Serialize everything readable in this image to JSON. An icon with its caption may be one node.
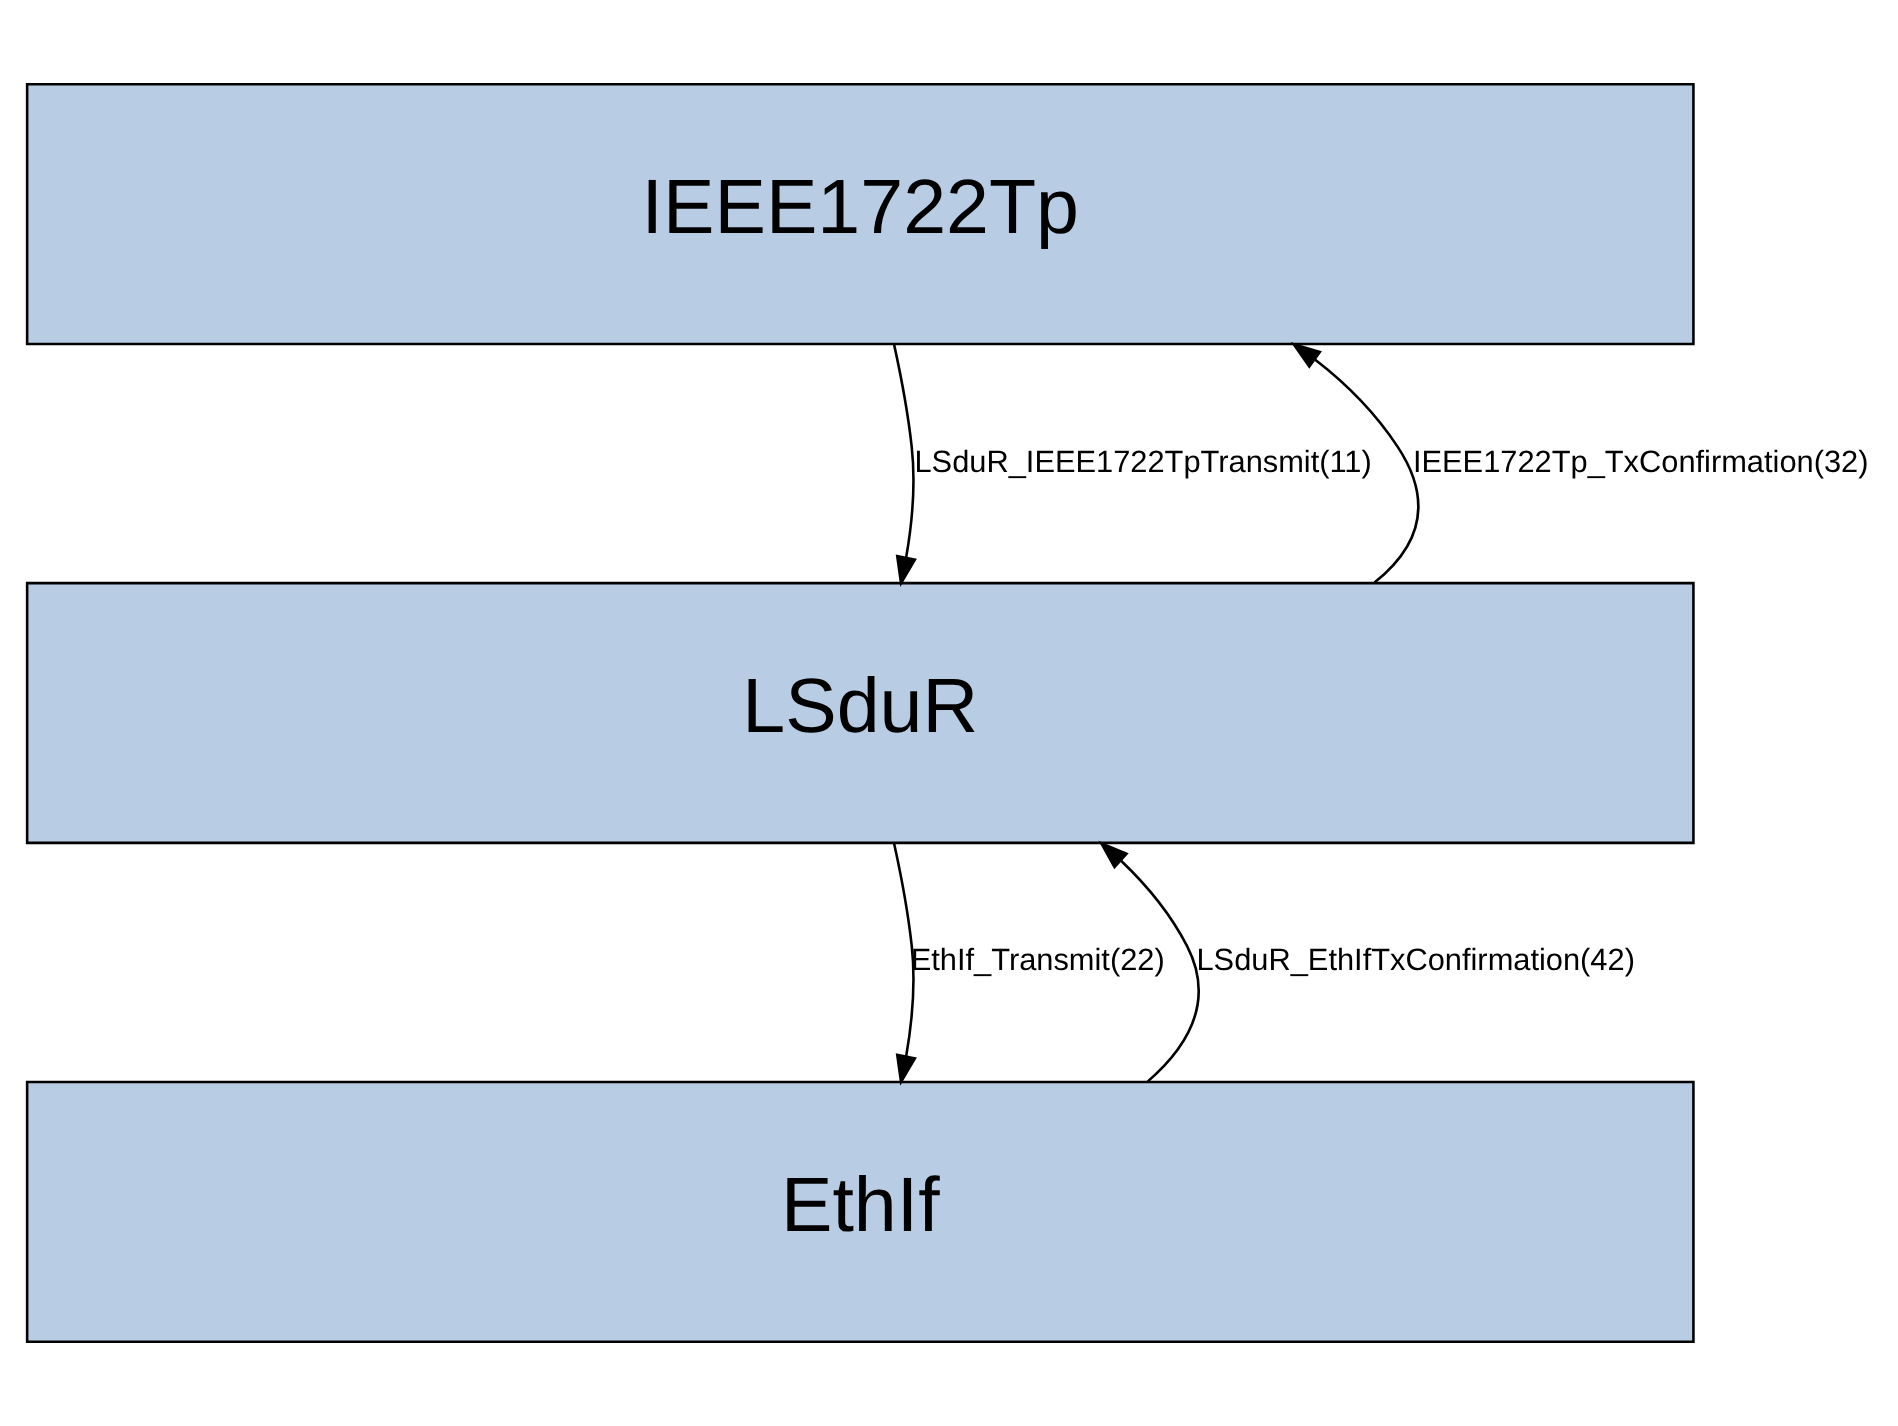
{
  "diagram": {
    "nodes": [
      {
        "text": [
          "IEEE1722Tp"
        ]
      },
      {
        "text": [
          "LSduR"
        ]
      },
      {
        "text": [
          "EthIf"
        ]
      }
    ],
    "edges": [
      {
        "from": 0,
        "to": 1,
        "arrow": "to",
        "label": "LSduR_IEEE1722TpTransmit(11)"
      },
      {
        "from": 1,
        "to": 0,
        "arrow": "to",
        "label": "IEEE1722Tp_TxConfirmation(32)"
      },
      {
        "from": 1,
        "to": 2,
        "arrow": "to",
        "label": "EthIf_Transmit(22)"
      },
      {
        "from": 2,
        "to": 1,
        "arrow": "to",
        "label": "LSduR_EthIfTxConfirmation(42)"
      }
    ]
  }
}
